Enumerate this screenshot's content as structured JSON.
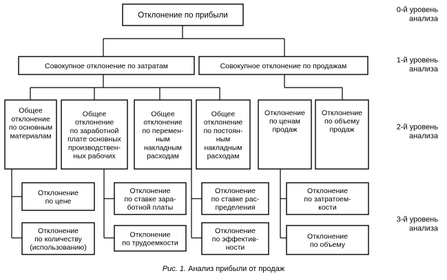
{
  "levels": [
    [
      "0-й уровень",
      "анализа"
    ],
    [
      "1-й уровень",
      "анализа"
    ],
    [
      "2-й уровень",
      "анализа"
    ],
    [
      "3-й уровень",
      "анализа"
    ]
  ],
  "root": {
    "lines": [
      "Отклонение по прибыли"
    ]
  },
  "level1": [
    {
      "lines": [
        "Совокупное отклонение по затратам"
      ]
    },
    {
      "lines": [
        "Совокупное отклонение по продажам"
      ]
    }
  ],
  "level2": [
    {
      "lines": [
        "Общее",
        "отклонение",
        "по основным",
        "материалам"
      ]
    },
    {
      "lines": [
        "Общее",
        "отклонение",
        "по заработной",
        "плате основных",
        "производствен-",
        "ных рабочих"
      ]
    },
    {
      "lines": [
        "Общее",
        "отклонение",
        "по перемен-",
        "ным",
        "накладным",
        "расходам"
      ]
    },
    {
      "lines": [
        "Общее",
        "отклонение",
        "по постоян-",
        "ным",
        "накладным",
        "расходам"
      ]
    },
    {
      "lines": [
        "Отклонение",
        "по ценам",
        "продаж"
      ]
    },
    {
      "lines": [
        "Отклонение",
        "по объему",
        "продаж"
      ]
    }
  ],
  "level3": [
    {
      "lines": [
        "Отклонение",
        "по цене"
      ]
    },
    {
      "lines": [
        "Отклонение",
        "по количеству",
        "(использованию)"
      ]
    },
    {
      "lines": [
        "Отклонение",
        "по ставке зара-",
        "ботной платы"
      ]
    },
    {
      "lines": [
        "Отклонение",
        "по трудоемкости"
      ]
    },
    {
      "lines": [
        "Отклонение",
        "по ставке рас-",
        "пределения"
      ]
    },
    {
      "lines": [
        "Отклонение",
        "по эффектив-",
        "ности"
      ]
    },
    {
      "lines": [
        "Отклонение",
        "по затратоем-",
        "кости"
      ]
    },
    {
      "lines": [
        "Отклонение",
        "по объему"
      ]
    }
  ],
  "caption": {
    "prefix": "Рис. 1.",
    "text": "Анализ прибыли от продаж"
  }
}
